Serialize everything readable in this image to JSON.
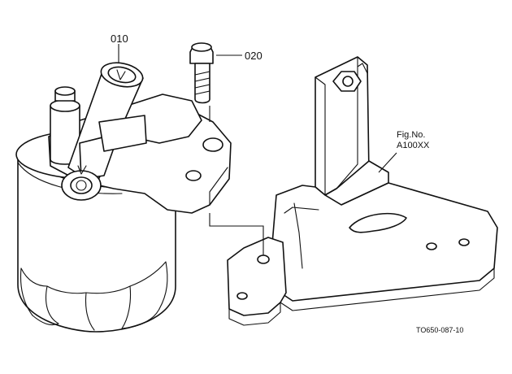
{
  "parts": [
    {
      "id": "010"
    },
    {
      "id": "020"
    }
  ],
  "figure_ref": {
    "line1": "Fig.No.",
    "line2": "A100XX"
  },
  "drawing_code": "TO650-087-10",
  "colors": {
    "line": "#111111",
    "background": "#ffffff"
  }
}
